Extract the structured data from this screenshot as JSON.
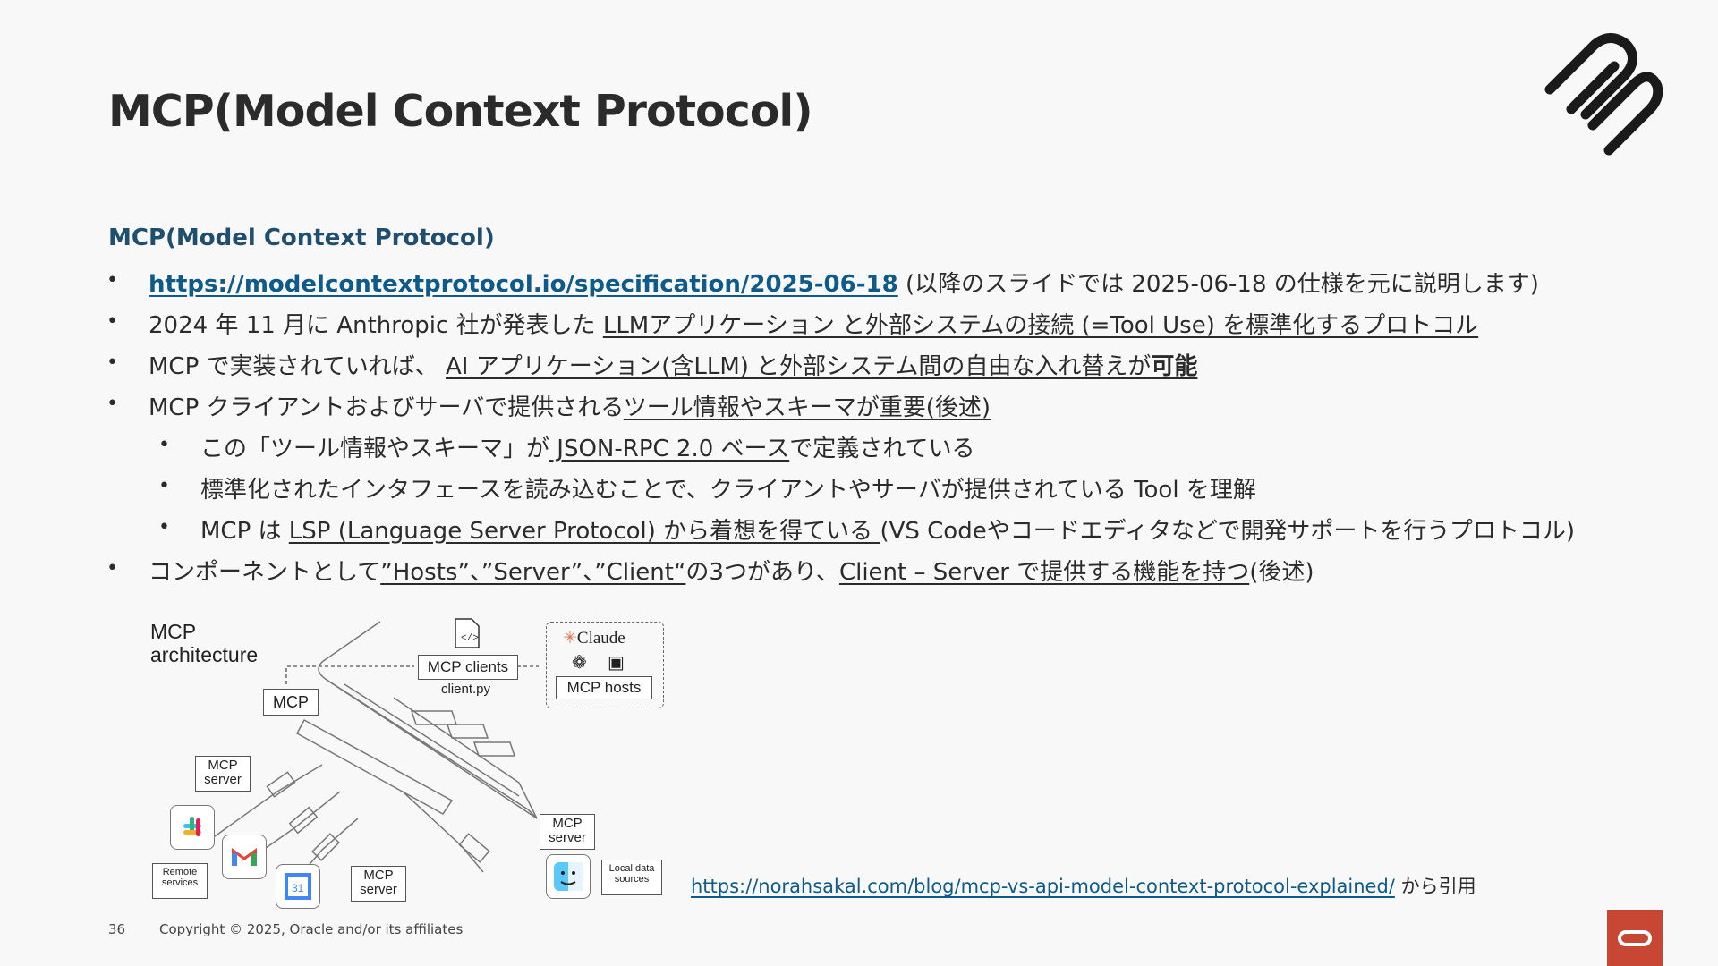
{
  "slide": {
    "title": "MCP(Model Context Protocol)",
    "subtitle": "MCP(Model Context Protocol)"
  },
  "bullets": {
    "b1_link": "https://modelcontextprotocol.io/specification/2025-06-18",
    "b1_rest": "(以降のスライドでは 2025-06-18 の仕様を元に説明します)",
    "b2_plain": "2024 年 11 月に Anthropic 社が発表した ",
    "b2_u": "LLMアプリケーション と外部システムの接続 (=Tool Use) を標準化するプロトコル",
    "b3_plain": "MCP で実装されていれば、 ",
    "b3_u": "AI アプリケーション(含LLM) と外部システム間の自由な入れ替えが",
    "b3_bold": "可能",
    "b4_plain": "MCP クライアントおよびサーバで提供される",
    "b4_u": "ツール情報やスキーマが重要(後述)",
    "s1_plain": "この「ツール情報やスキーマ」が",
    "s1_u": " JSON-RPC 2.0 ベース",
    "s1_rest": "で定義されている",
    "s2": "標準化されたインタフェースを読み込むことで、クライアントやサーバが提供されている Tool を理解",
    "s3_plain": "MCP は ",
    "s3_u": "LSP (Language Server Protocol) から着想を得ている ",
    "s3_rest": "(VS Codeやコードエディタなどで開発サポートを行うプロトコル)",
    "b5_plain": "コンポーネントとして",
    "b5_u1": "”Hosts”、”Server”、”Client“",
    "b5_mid": "の3つがあり、",
    "b5_u2": "Client – Server で提供する機能を持つ",
    "b5_rest": "(後述)"
  },
  "diagram": {
    "heading_line1": "MCP",
    "heading_line2": "architecture",
    "mcp_label": "MCP",
    "mcp_clients": "MCP clients",
    "client_file": "client.py",
    "claude": "Claude",
    "mcp_hosts": "MCP hosts",
    "mcp_server_left": "MCP server",
    "mcp_server_bottom": "MCP server",
    "mcp_server_right": "MCP server",
    "remote_services": "Remote services",
    "local_data": "Local data sources",
    "calendar_day": "31"
  },
  "source": {
    "url": "https://norahsakal.com/blog/mcp-vs-api-model-context-protocol-explained/",
    "suffix": " から引用"
  },
  "footer": {
    "page_number": "36",
    "copyright": "Copyright © 2025, Oracle and/or its affiliates"
  },
  "colors": {
    "title": "#2b2b2b",
    "subtitle": "#1f4e6e",
    "link": "#0e5a8a",
    "oracle_red": "#c74634",
    "background": "#f8f8f8"
  }
}
